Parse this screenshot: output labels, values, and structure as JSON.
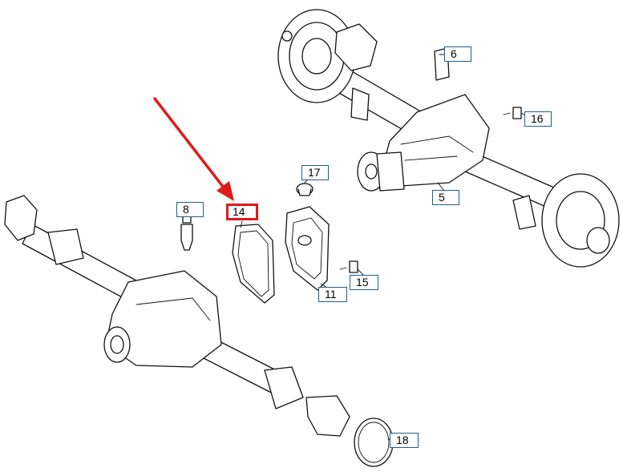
{
  "callouts": [
    {
      "id": "6",
      "label": "6"
    },
    {
      "id": "16",
      "label": "16"
    },
    {
      "id": "17",
      "label": "17"
    },
    {
      "id": "5",
      "label": "5"
    },
    {
      "id": "8",
      "label": "8"
    },
    {
      "id": "14",
      "label": "14",
      "highlighted": true
    },
    {
      "id": "15",
      "label": "15"
    },
    {
      "id": "11",
      "label": "11"
    },
    {
      "id": "18",
      "label": "18"
    }
  ],
  "colors": {
    "line_art": "#111111",
    "callout_border": "#1f5f8b",
    "highlight": "#e01a1a",
    "arrow": "#e01a1a"
  },
  "arrow_target": "14"
}
